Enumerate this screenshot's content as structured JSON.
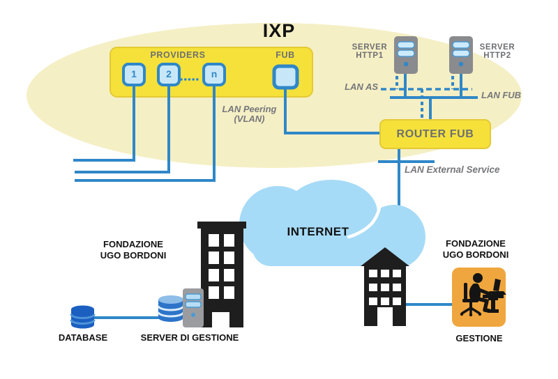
{
  "diagram": {
    "title": "IXP",
    "providers": {
      "label": "PROVIDERS",
      "nodes": [
        "1",
        "2",
        "n"
      ]
    },
    "fub": {
      "label": "FUB"
    },
    "lan_peering": {
      "line1": "LAN Peering",
      "line2": "(VLAN)"
    },
    "server_http1": {
      "line1": "SERVER",
      "line2": "HTTP1"
    },
    "server_http2": {
      "line1": "SERVER",
      "line2": "HTTP2"
    },
    "lan_as": "LAN AS",
    "lan_fub": "LAN FUB",
    "router": "ROUTER FUB",
    "lan_external": "LAN External Service",
    "internet": "INTERNET",
    "site_left": {
      "line1": "FONDAZIONE",
      "line2": "UGO BORDONI"
    },
    "site_right": {
      "line1": "FONDAZIONE",
      "line2": "UGO BORDONI"
    },
    "database": "DATABASE",
    "server_gestione": "SERVER DI GESTIONE",
    "gestione": "GESTIONE"
  },
  "icons": [
    "network-node-icon",
    "switch-port-icon",
    "server-tower-icon",
    "router-box-icon",
    "cloud-icon",
    "building-icon",
    "database-cylinder-icon",
    "person-at-desk-icon"
  ],
  "colors": {
    "ixp_ellipse": "#f5efc5",
    "panel_yellow": "#f5e13a",
    "panel_border": "#e4c934",
    "line_blue": "#2f87c8",
    "node_fill": "#c7e7f8",
    "cloud_blue": "#a6dbf7",
    "server_gray": "#8a8b8e",
    "db_blue": "#1b5fc1",
    "gestione_orange": "#f0a63e",
    "text_gray": "#6e6f72",
    "building_black": "#1e1e1e"
  }
}
